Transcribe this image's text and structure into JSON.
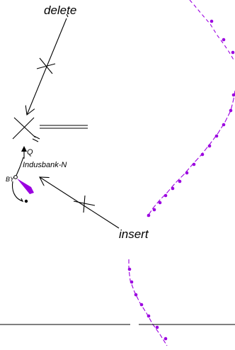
{
  "labels": {
    "delete": "delete",
    "insert": "insert",
    "q": "Q",
    "indusbank": "Indusbank-N",
    "by": "BY"
  },
  "colors": {
    "magenta": "#9b00e0",
    "ink": "#000000",
    "background": "#ffffff"
  }
}
